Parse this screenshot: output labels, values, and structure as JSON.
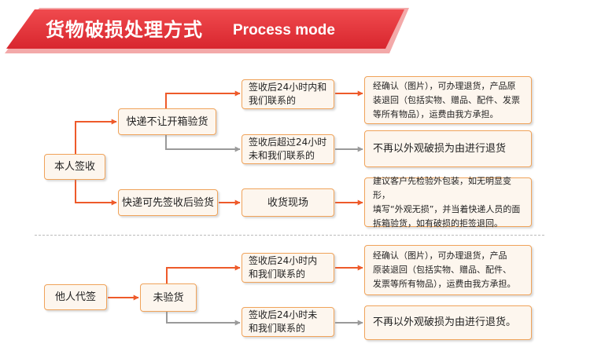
{
  "header": {
    "title_cn": "货物破损处理方式",
    "title_en": "Process mode"
  },
  "section1": {
    "start": "本人签收",
    "branch_a": "快递不让开箱验货",
    "branch_a_cond1": "签收后24小时内和\n我们联系的",
    "branch_a_result1": "经确认（图片），可办理退货，产品原\n装退回（包括实物、赠品、配件、发票\n等所有物品），运费由我方承担。",
    "branch_a_cond2": "签收后超过24小时\n未和我们联系的",
    "branch_a_result2": "不再以外观破损为由进行退货",
    "branch_b": "快递可先签收后验货",
    "branch_b_step": "收货现场",
    "branch_b_result": "建议客户先检验外包装，如无明显变形，\n填写“外观无损”，并当着快递人员的面\n拆箱验货，如有破损的拒签退回。"
  },
  "section2": {
    "start": "他人代签",
    "branch": "未验货",
    "cond1": "签收后24小时内\n和我们联系的",
    "result1": "经确认（图片），可办理退货，产品\n原装退回（包括实物、赠品、配件、\n发票等所有物品），运费由我方承担。",
    "cond2": "签收后24小时未\n和我们联系的",
    "result2": "不再以外观破损为由进行退货。"
  },
  "colors": {
    "banner_red": "#e8323a",
    "arrow_orange": "#ee5a2a",
    "arrow_gray": "#9a9a9a",
    "box_border": "#f0a35a",
    "box_fill": "#fdf6ee"
  }
}
